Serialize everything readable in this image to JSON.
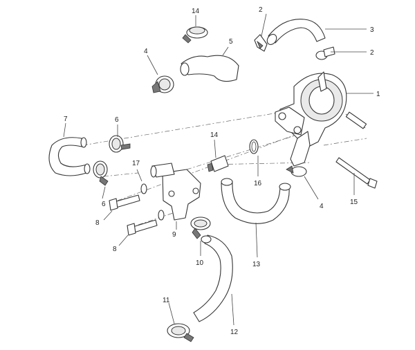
{
  "labels": {
    "l1": "1",
    "l2a": "2",
    "l2b": "2",
    "l3": "3",
    "l4a": "4",
    "l4b": "4",
    "l5": "5",
    "l6a": "6",
    "l6b": "6",
    "l7": "7",
    "l8a": "8",
    "l8b": "8",
    "l9": "9",
    "l10": "10",
    "l11": "11",
    "l12": "12",
    "l13": "13",
    "l14a": "14",
    "l14b": "14",
    "l15": "15",
    "l16": "16",
    "l17": "17"
  }
}
